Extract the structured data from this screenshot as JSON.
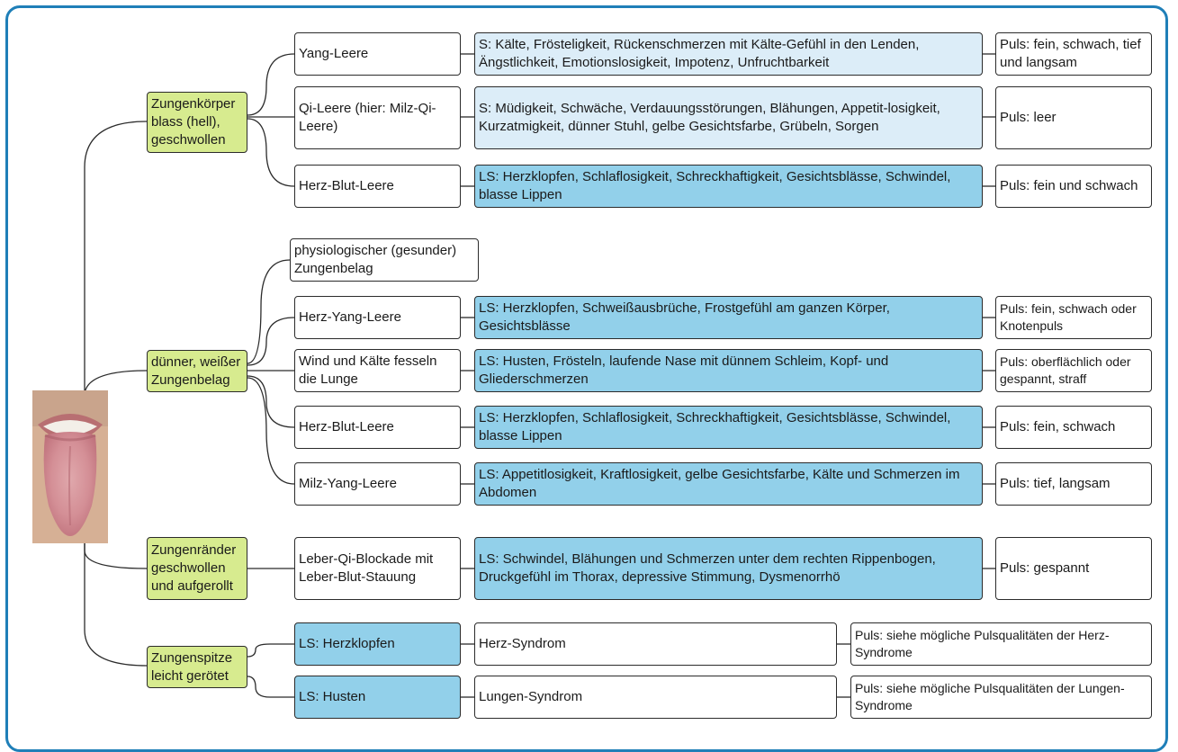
{
  "image": {
    "name": "tongue-photo"
  },
  "colors": {
    "frame": "#1f7fb8",
    "category": "#d7eb8f",
    "symptom_light": "#dcedf8",
    "symptom": "#92d0ea"
  },
  "groups": [
    {
      "label": "Zungenkörper blass (hell), geschwollen",
      "rows": [
        {
          "syndrome": "Yang-Leere",
          "symptoms": "S: Kälte, Frösteligkeit, Rückenschmerzen mit Kälte-Gefühl in den Lenden, Ängstlichkeit, Emotionslosigkeit, Impotenz, Unfruchtbarkeit",
          "pulse": "Puls: fein, schwach, tief und langsam"
        },
        {
          "syndrome": "Qi-Leere (hier: Milz-Qi-Leere)",
          "symptoms": "S: Müdigkeit, Schwäche, Verdauungsstörungen, Blähungen, Appetit-losigkeit, Kurzatmigkeit, dünner Stuhl, gelbe Gesichtsfarbe, Grübeln, Sorgen",
          "pulse": "Puls: leer"
        },
        {
          "syndrome": "Herz-Blut-Leere",
          "symptoms": "LS: Herzklopfen, Schlaflosigkeit, Schreckhaftigkeit, Gesichtsblässe, Schwindel, blasse Lippen",
          "pulse": "Puls: fein und schwach"
        }
      ]
    },
    {
      "label": "dünner, weißer Zungenbelag",
      "physiological": "physiologischer (gesunder) Zungenbelag",
      "rows": [
        {
          "syndrome": "Herz-Yang-Leere",
          "symptoms": "LS: Herzklopfen, Schweißausbrüche, Frostgefühl am ganzen Körper, Gesichtsblässe",
          "pulse": "Puls: fein, schwach oder Knotenpuls"
        },
        {
          "syndrome": "Wind und Kälte fesseln die Lunge",
          "symptoms": "LS: Husten, Frösteln, laufende Nase mit dünnem Schleim, Kopf- und Gliederschmerzen",
          "pulse": "Puls: oberflächlich oder gespannt, straff"
        },
        {
          "syndrome": "Herz-Blut-Leere",
          "symptoms": "LS: Herzklopfen, Schlaflosigkeit, Schreckhaftigkeit, Gesichtsblässe, Schwindel, blasse Lippen",
          "pulse": "Puls: fein, schwach"
        },
        {
          "syndrome": "Milz-Yang-Leere",
          "symptoms": "LS: Appetitlosigkeit, Kraftlosigkeit, gelbe Gesichtsfarbe, Kälte und Schmerzen im Abdomen",
          "pulse": "Puls: tief, langsam"
        }
      ]
    },
    {
      "label": "Zungenränder geschwollen und aufgerollt",
      "rows": [
        {
          "syndrome": "Leber-Qi-Blockade mit Leber-Blut-Stauung",
          "symptoms": "LS: Schwindel, Blähungen und Schmerzen unter dem rechten Rippenbogen, Druckgefühl im Thorax, depressive Stimmung, Dysmenorrhö",
          "pulse": "Puls: gespannt"
        }
      ]
    },
    {
      "label": "Zungenspitze leicht gerötet",
      "rows": [
        {
          "symptom": "LS: Herzklopfen",
          "syndrome": "Herz-Syndrom",
          "pulse": "Puls: siehe mögliche Pulsqualitäten der Herz-Syndrome"
        },
        {
          "symptom": "LS: Husten",
          "syndrome": "Lungen-Syndrom",
          "pulse": "Puls: siehe mögliche Pulsqualitäten der Lungen-Syndrome"
        }
      ]
    }
  ]
}
